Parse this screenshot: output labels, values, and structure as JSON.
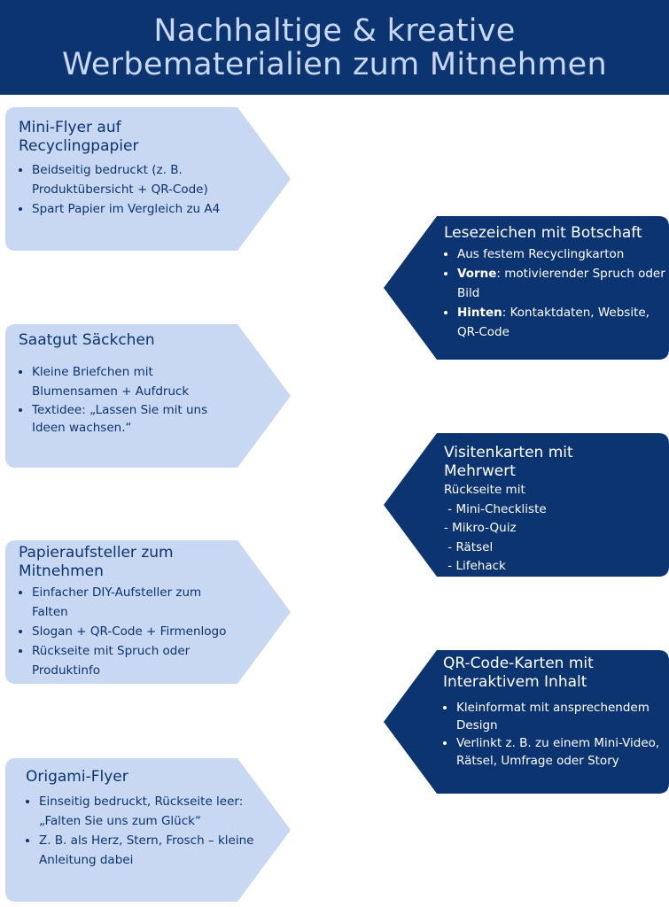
{
  "colors": {
    "navy": "#0b3470",
    "light_blue": "#c9d8f2",
    "header_text": "#c9d8f2"
  },
  "header": {
    "line1": "Nachhaltige & kreative",
    "line2": "Werbematerialien zum Mitnehmen"
  },
  "left_cards": [
    {
      "title_line1": "Mini-Flyer auf",
      "title_line2": "Recyclingpapier",
      "bullets": [
        "Beidseitig bedruckt (z. B. Produktübersicht + QR-Code)",
        "Spart Papier im Vergleich zu A4"
      ]
    },
    {
      "title_line1": "Saatgut Säckchen",
      "bullets": [
        "Kleine Briefchen mit Blumensamen + Aufdruck",
        "Textidee: „Lassen Sie mit uns Ideen wachsen.“"
      ]
    },
    {
      "title_line1": "Papieraufsteller zum",
      "title_line2": "Mitnehmen",
      "bullets": [
        "Einfacher DIY-Aufsteller zum Falten",
        "Slogan + QR-Code + Firmenlogo",
        "Rückseite mit Spruch oder Produktinfo"
      ]
    },
    {
      "title_line1": "Origami-Flyer",
      "bullets": [
        "Einseitig bedruckt, Rückseite leer: „Falten Sie uns zum Glück“",
        "Z. B. als Herz, Stern, Frosch – kleine Anleitung dabei"
      ]
    }
  ],
  "right_cards": [
    {
      "title_line1": "Lesezeichen mit Botschaft",
      "bullets": [
        {
          "text": "Aus festem Recyclingkarton"
        },
        {
          "bold": "Vorne",
          "text": ": motivierender Spruch oder Bild"
        },
        {
          "bold": "Hinten",
          "text": ": Kontaktdaten, Website, QR-Code"
        }
      ]
    },
    {
      "title_line1": "Visitenkarten mit",
      "title_line2": "Mehrwert",
      "lines": [
        "Rückseite mit",
        " - Mini-Checkliste",
        "- Mikro-Quiz",
        " - Rätsel",
        " - Lifehack"
      ]
    },
    {
      "title_line1": "QR-Code-Karten mit",
      "title_line2": "Interaktivem Inhalt",
      "bullets": [
        {
          "text": "Kleinformat mit ansprechendem Design"
        },
        {
          "text": "Verlinkt z. B. zu einem Mini-Video, Rätsel, Umfrage oder Story"
        }
      ]
    }
  ]
}
